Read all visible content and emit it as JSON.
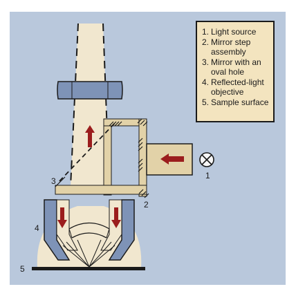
{
  "colors": {
    "background": "#b9c8dc",
    "beam": "#f1e7cf",
    "optics": "#7e93b7",
    "frame": "#e2d2a8",
    "arrow": "#9b1d1d",
    "legend_bg": "#f3e4bf"
  },
  "legend": {
    "items": [
      {
        "num": "1.",
        "text": "Light source"
      },
      {
        "num": "2.",
        "text": "Mirror step assembly"
      },
      {
        "num": "3.",
        "text": "Mirror with an oval hole"
      },
      {
        "num": "4.",
        "text": "Reflected-light objective"
      },
      {
        "num": "5.",
        "text": "Sample surface"
      }
    ]
  },
  "callouts": {
    "c1": "1",
    "c2": "2",
    "c3": "3",
    "c4": "4",
    "c5": "5"
  },
  "icons": {
    "light_source": "lamp-x-icon",
    "arrow": "red-arrow-icon"
  }
}
